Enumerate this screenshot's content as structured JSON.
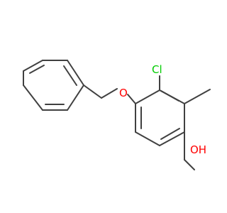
{
  "molecule": {
    "atoms": {
      "chlorine": "Cl",
      "ether_oxygen": "O",
      "hydroxyl": "OH"
    },
    "colors": {
      "bond": "#404040",
      "oxygen": "#ff0000",
      "chlorine": "#00cc00"
    }
  }
}
